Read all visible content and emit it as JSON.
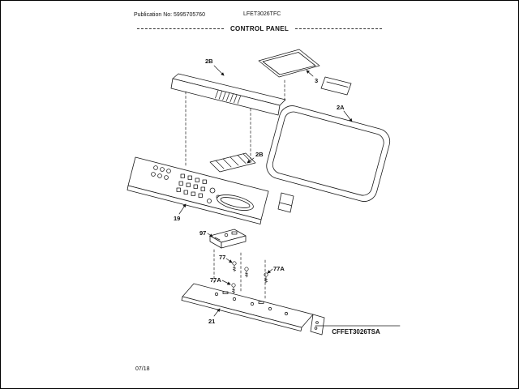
{
  "page": {
    "publication": "Publication No: 5995705760",
    "model": "LFET3026TFC",
    "section_title": "CONTROL PANEL",
    "drawing_code": "CFFET3026TSA",
    "date_code": "07/18"
  },
  "diagram": {
    "callouts": [
      "2B",
      "3",
      "2A",
      "2B",
      "19",
      "97",
      "77",
      "77A",
      "77A",
      "21"
    ]
  }
}
